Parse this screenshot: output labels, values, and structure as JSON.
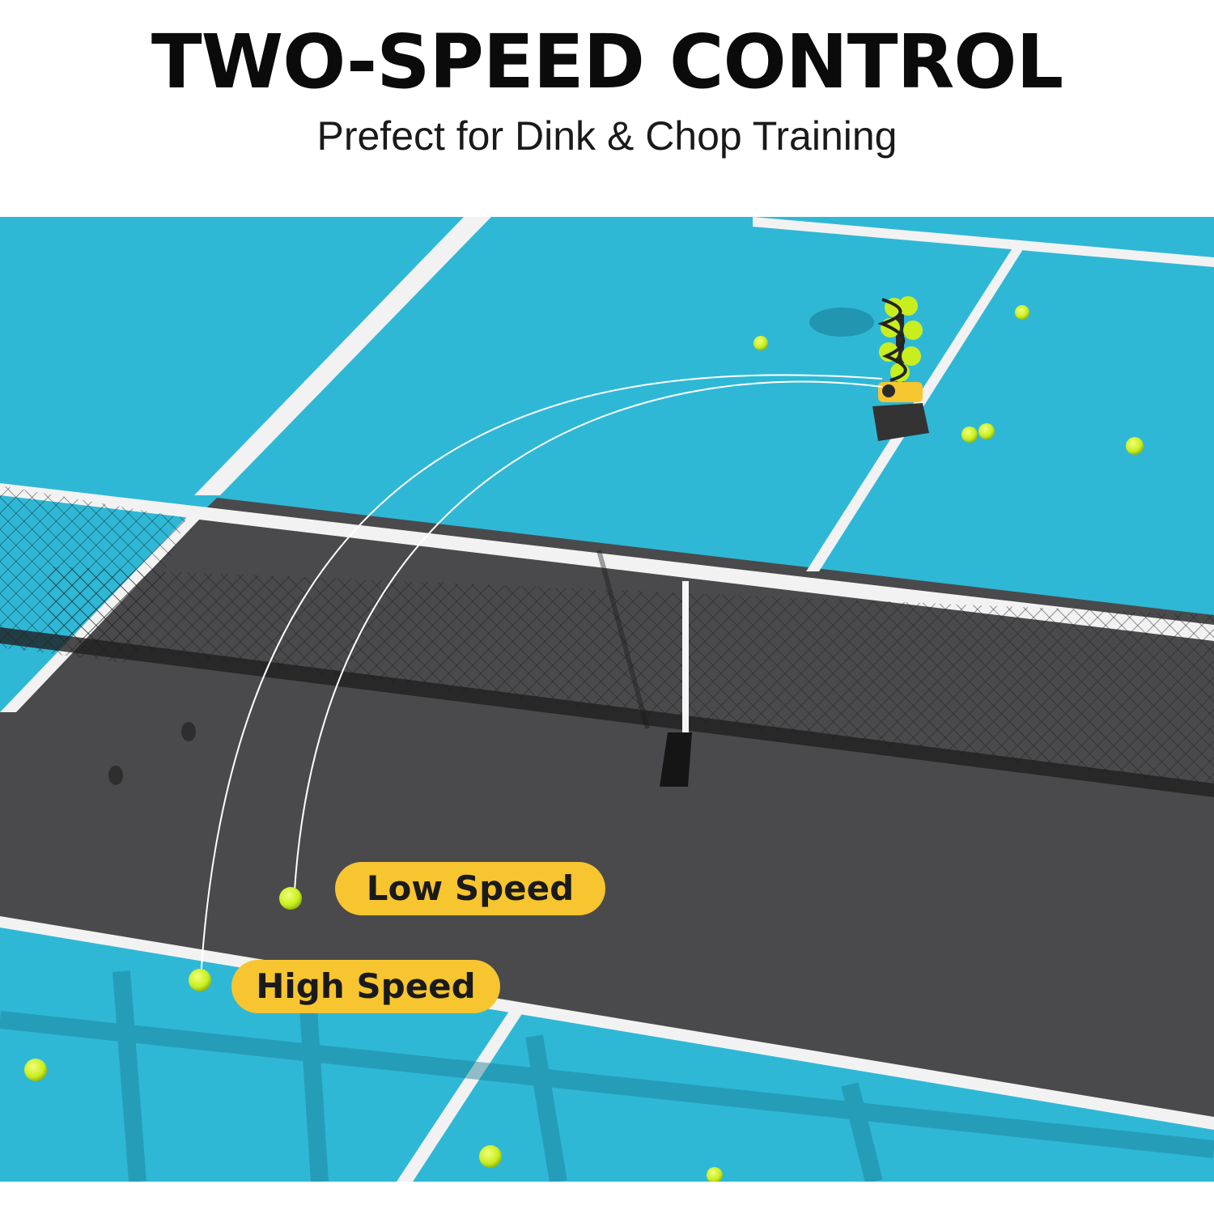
{
  "headline": "TWO-SPEED CONTROL",
  "subheadline": "Prefect for Dink & Chop Training",
  "labels": {
    "low_speed": "Low Speed",
    "high_speed": "High Speed"
  },
  "colors": {
    "court": "#2fb8d6",
    "kitchen": "#4b4b4d",
    "lines": "#f2f2f2",
    "label_pill": "#f7c52f",
    "balls": "#c8ee1f"
  },
  "icons": {
    "machine": "pickleball-machine",
    "ball": "pickleball-ball",
    "net": "net"
  }
}
